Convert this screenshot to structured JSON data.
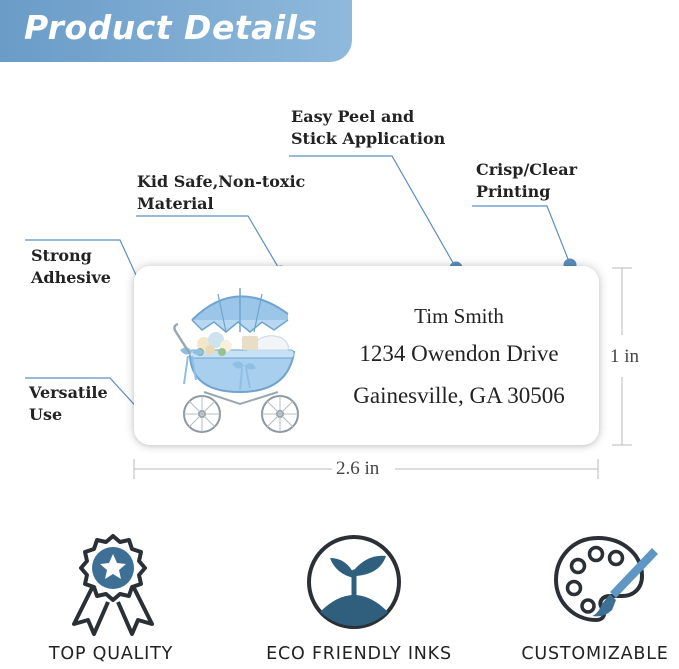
{
  "banner": {
    "title": "Product Details"
  },
  "callouts": {
    "easy_peel": [
      "Easy Peel and",
      "Stick Application"
    ],
    "crisp_clear": [
      "Crisp/Clear",
      "Printing"
    ],
    "kid_safe": [
      "Kid Safe,Non-toxic",
      "Material"
    ],
    "strong": [
      "Strong",
      "Adhesive"
    ],
    "versatile": [
      "Versatile",
      "Use"
    ]
  },
  "label": {
    "name": "Tim Smith",
    "street": "1234 Owendon Drive",
    "city": "Gainesville, GA 30506"
  },
  "dimensions": {
    "width": "2.6 in",
    "height": "1 in"
  },
  "features": [
    {
      "label": "TOP QUALITY",
      "icon": "award-ribbon-icon"
    },
    {
      "label": "ECO FRIENDLY INKS",
      "icon": "sprout-icon"
    },
    {
      "label": "CUSTOMIZABLE",
      "icon": "palette-brush-icon"
    }
  ],
  "colors": {
    "accent": "#6a9cc8",
    "dot": "#5b8fc0",
    "dark_icon": "#2b2f36",
    "eco": "#2f5f7d"
  }
}
